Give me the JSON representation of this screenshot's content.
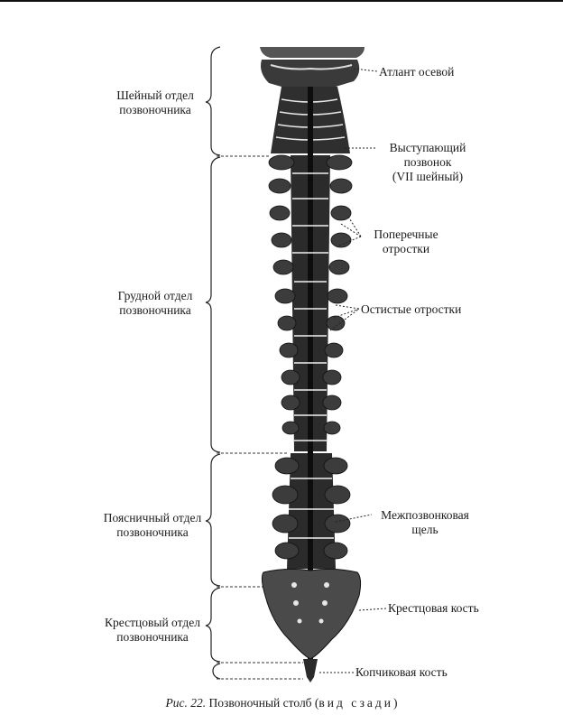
{
  "regions": {
    "cervical": [
      "Шейный отдел",
      "позвоночника"
    ],
    "thoracic": [
      "Грудной отдел",
      "позвоночника"
    ],
    "lumbar": [
      "Поясничный отдел",
      "позвоночника"
    ],
    "sacral": [
      "Крестцовый отдел",
      "позвоночника"
    ]
  },
  "labels": {
    "atlas": "Атлант осевой",
    "vii": [
      "Выступающий",
      "позвонок",
      "(VII шейный)"
    ],
    "transverse": [
      "Поперечные",
      "отростки"
    ],
    "spinous": "Остистые отростки",
    "intervertebral": [
      "Межпозвонковая",
      "щель"
    ],
    "sacrum": "Крестцовая кость",
    "coccyx": "Копчиковая кость"
  },
  "caption": {
    "figure": "Рис. 22.",
    "title": "Позвоночный столб (",
    "view": "вид сзади",
    "close": ")"
  }
}
